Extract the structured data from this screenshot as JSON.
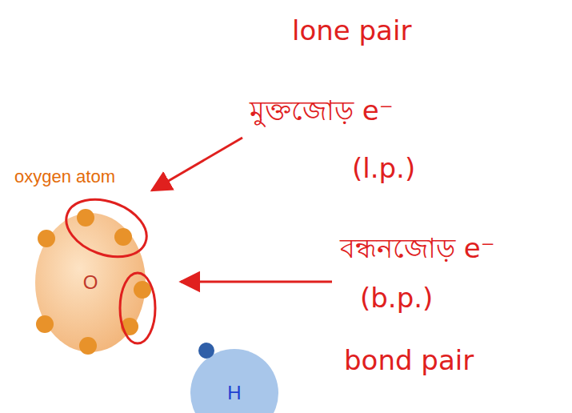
{
  "diagram": {
    "nodes": [
      {
        "text": [
          "oxygen atom",
          "O"
        ]
      },
      {
        "text": [
          "H"
        ]
      }
    ],
    "labels": [
      "lone pair",
      "মুক্তজোড় e⁻",
      "(l.p.)",
      "বন্ধনজোড় e⁻",
      "(b.p.)",
      "bond pair"
    ]
  }
}
